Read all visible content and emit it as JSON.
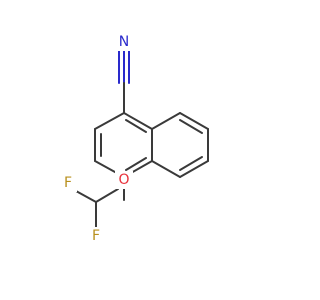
{
  "molecule": {
    "atoms": {
      "nitrogen": {
        "label": "N",
        "color": "#2a2acc"
      },
      "oxygen": {
        "label": "O",
        "color": "#e8303a"
      },
      "fluorine_1": {
        "label": "F",
        "color": "#b8901e"
      },
      "fluorine_2": {
        "label": "F",
        "color": "#b8901e"
      }
    },
    "bond_color": "#3a3a3a"
  }
}
